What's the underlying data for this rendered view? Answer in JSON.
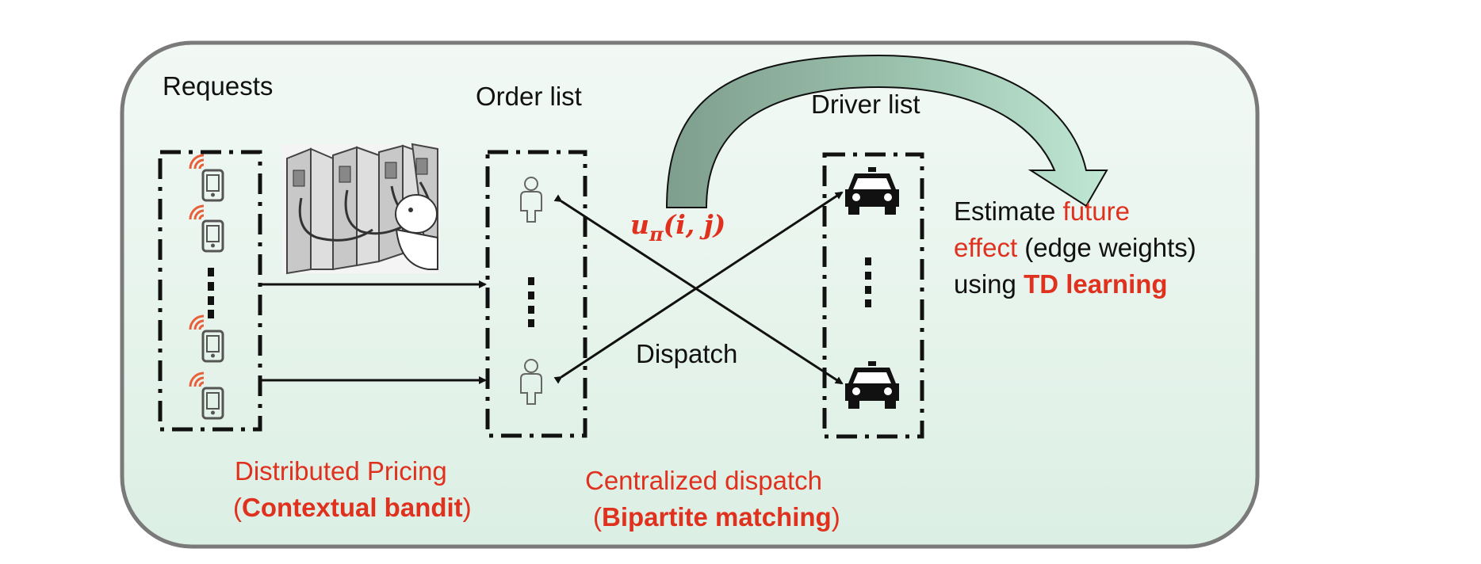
{
  "labels": {
    "requests": "Requests",
    "order_list": "Order list",
    "driver_list": "Driver list",
    "dispatch": "Dispatch",
    "utility": "u",
    "utility_sub": "π",
    "utility_args": "(i, j)",
    "estimate_line1_black": "Estimate ",
    "estimate_line1_red": "future",
    "estimate_line2_red": "effect",
    "estimate_line2_black": " (edge weights)",
    "estimate_line3_black": "using ",
    "estimate_line3_red": "TD learning",
    "pricing_title": "Distributed Pricing",
    "pricing_open": "(",
    "pricing_method": "Contextual bandit",
    "pricing_close": ")",
    "dispatch_title": "Centralized dispatch",
    "dispatch_open": "(",
    "dispatch_method": "Bipartite matching",
    "dispatch_close": ")"
  },
  "colors": {
    "panel_fill_top": "#f2f9f5",
    "panel_fill_bottom": "#dcefe4",
    "panel_stroke": "#7a7a7a",
    "accent_red": "#e0301e",
    "arc_dark": "#8aa897",
    "arc_light": "#b4e2cc",
    "icon_gray": "#555555",
    "wifi_orange": "#e8603a"
  },
  "icons": {
    "phone": "smartphone-icon",
    "wifi": "wifi-signal-icon",
    "person": "person-icon",
    "car": "taxi-icon",
    "bandit": "multi-armed-bandit-illustration"
  }
}
